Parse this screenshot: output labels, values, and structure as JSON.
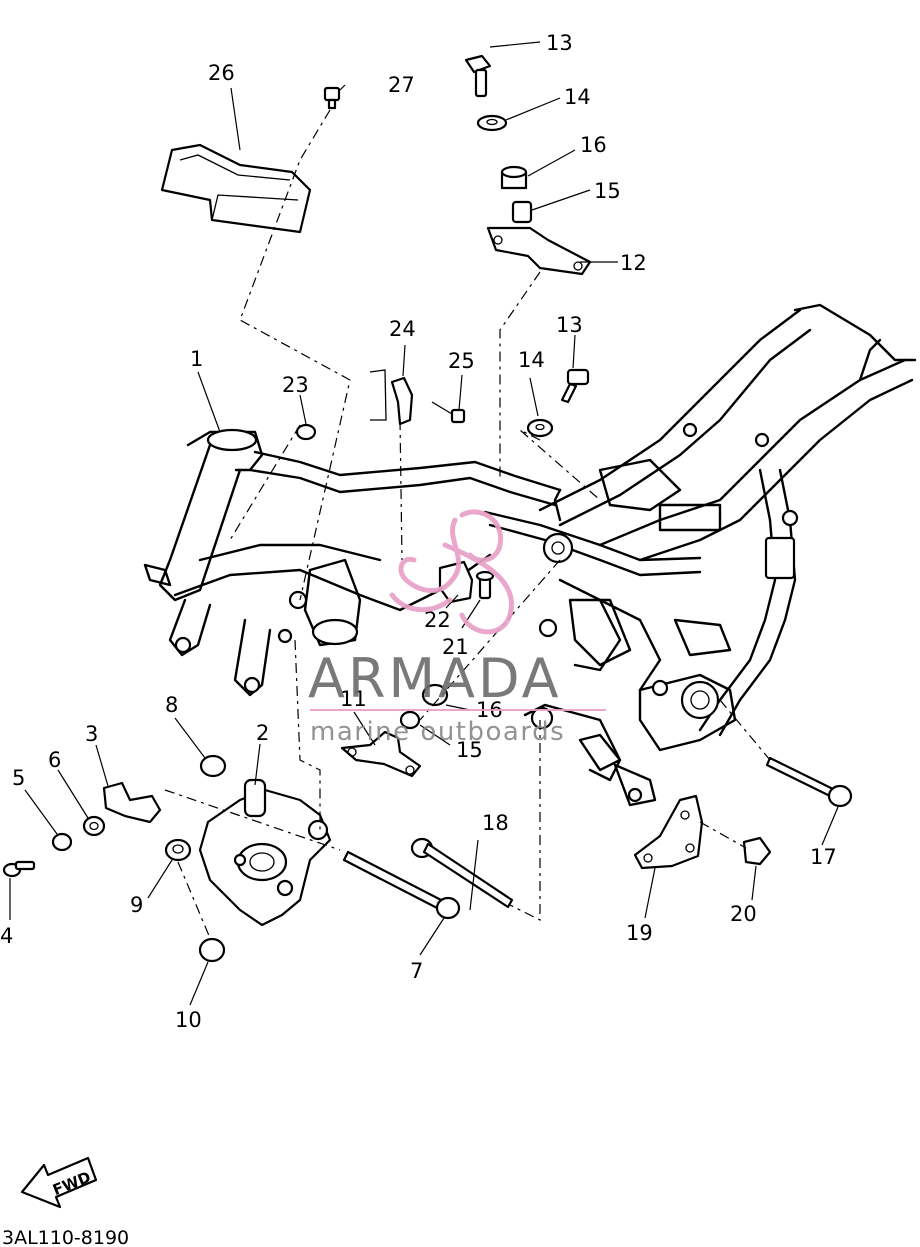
{
  "diagram": {
    "callouts": {
      "c1": "1",
      "c2": "2",
      "c3": "3",
      "c4": "4",
      "c5": "5",
      "c6": "6",
      "c7": "7",
      "c8": "8",
      "c9": "9",
      "c10": "10",
      "c11": "11",
      "c12": "12",
      "c13a": "13",
      "c13b": "13",
      "c14a": "14",
      "c14b": "14",
      "c15a": "15",
      "c15b": "15",
      "c16a": "16",
      "c16b": "16",
      "c17": "17",
      "c18": "18",
      "c19": "19",
      "c20": "20",
      "c21": "21",
      "c22": "22",
      "c23": "23",
      "c24": "24",
      "c25": "25",
      "c26": "26",
      "c27": "27"
    },
    "direction_marker": "FWD",
    "diagram_code": "3AL110-8190"
  },
  "watermark": {
    "brand": "ARMADA",
    "tagline": "marine outboards",
    "brand_color": "#e8a0c8",
    "text_color": "#6e6e6e"
  }
}
